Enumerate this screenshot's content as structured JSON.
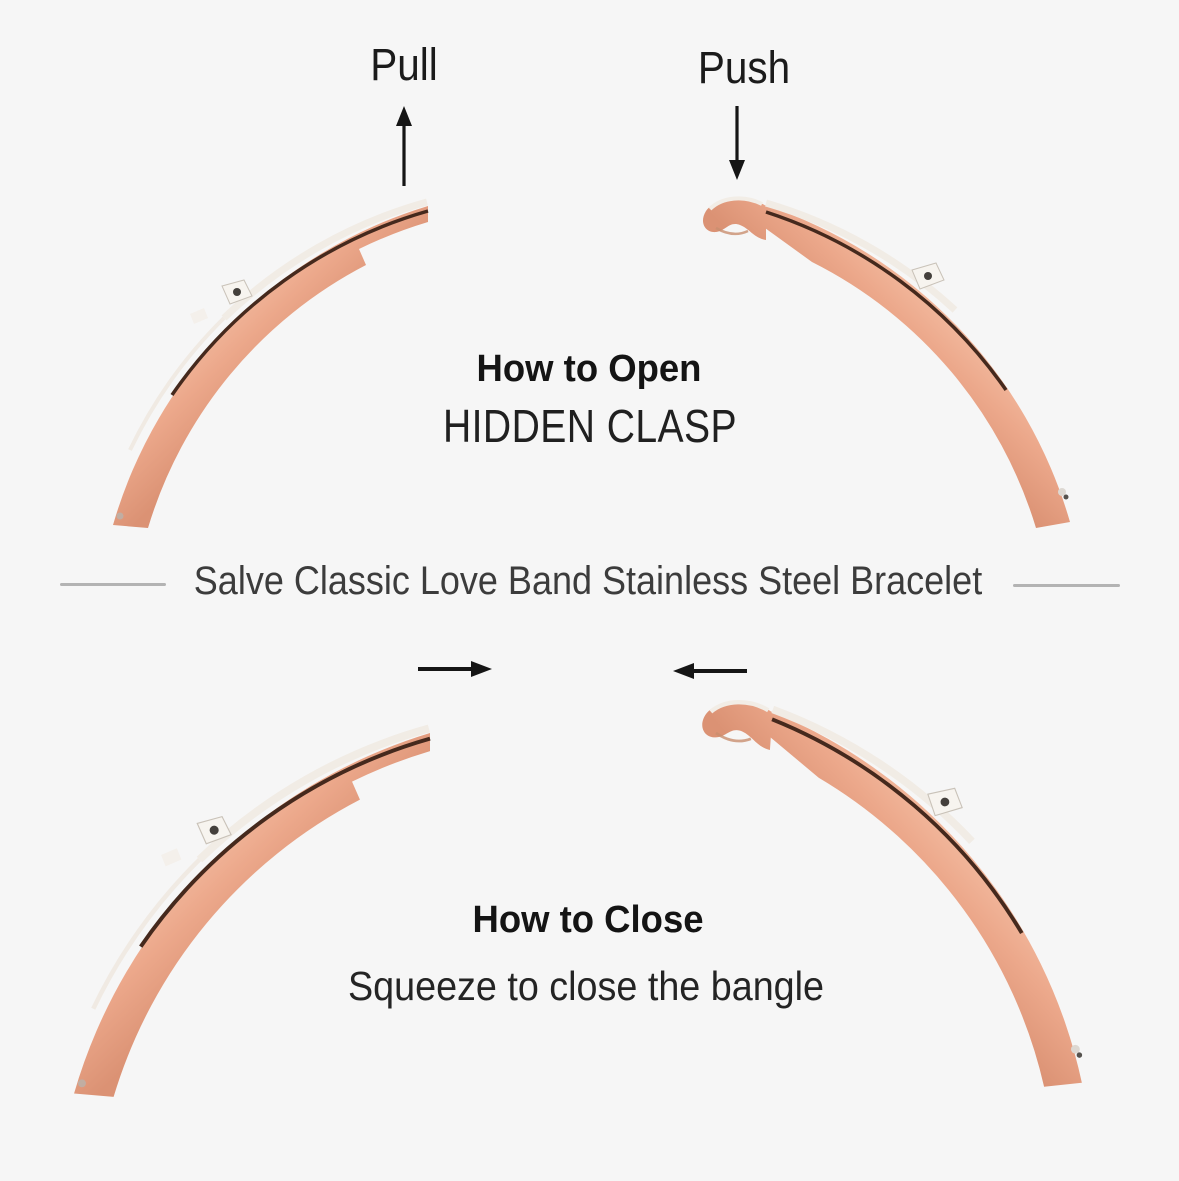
{
  "canvas": {
    "background": "#f6f6f6"
  },
  "open_section": {
    "pull_label": "Pull",
    "push_label": "Push",
    "heading": "How to Open",
    "subheading": "HIDDEN CLASP"
  },
  "product_banner": {
    "title": "Salve Classic Love Band Stainless Steel Bracelet"
  },
  "close_section": {
    "heading": "How to Close",
    "subheading": "Squeeze to close the bangle"
  },
  "icons": {
    "pull_arrow": "arrow-up",
    "push_arrow": "arrow-down",
    "squeeze_left_piece_arrow": "arrow-right",
    "squeeze_right_piece_arrow": "arrow-left"
  },
  "colors": {
    "background": "#f6f6f6",
    "band_rose_gold": "#ecaa8d",
    "band_shadow": "#db9274",
    "band_edge_dark": "#45291d",
    "band_highlight": "#f1ece5",
    "crystal": "#f7f4ef",
    "text_dark": "#1b1b1b",
    "title_gray": "#3c3c3c",
    "divider_line": "#b3b3b3",
    "arrow": "#151515"
  }
}
